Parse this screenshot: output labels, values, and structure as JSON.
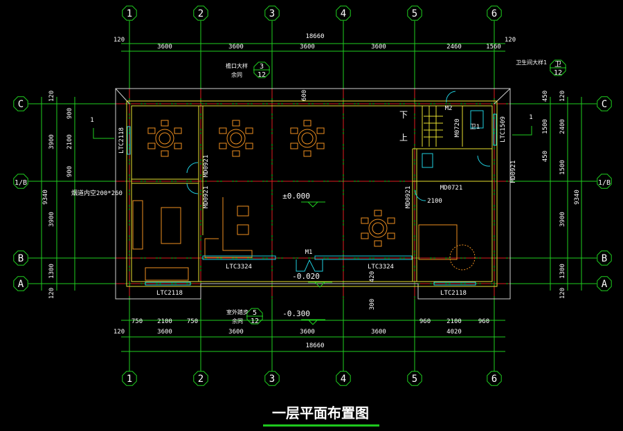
{
  "title": "一层平面布置图",
  "axes_columns": [
    "1",
    "2",
    "3",
    "4",
    "5",
    "6"
  ],
  "axes_rows": [
    "C",
    "1/B",
    "B",
    "A"
  ],
  "top_dims": {
    "total": "18660",
    "edge_left": "120",
    "edge_right": "120",
    "spans": [
      "3600",
      "3600",
      "3600",
      "3600",
      "2460",
      "1560"
    ]
  },
  "bottom_dims": {
    "total": "18660",
    "edge_left": "120",
    "spans": [
      "3600",
      "3600",
      "3600",
      "3600",
      "4020"
    ],
    "sub_left": [
      "750",
      "2100",
      "750"
    ],
    "sub_right": [
      "960",
      "2100",
      "960"
    ]
  },
  "left_dims": {
    "total": "9340",
    "spans": [
      "3900",
      "3900",
      "1300"
    ],
    "edges": [
      "120",
      "120"
    ],
    "sub": [
      "900",
      "2100",
      "900"
    ]
  },
  "right_dims": {
    "total": "9340",
    "spans": [
      "2400",
      "1500",
      "3900",
      "1300"
    ],
    "edges": [
      "120",
      "120"
    ],
    "sub": [
      "450",
      "1500",
      "450"
    ]
  },
  "labels": {
    "window_left_top": "LTC2118",
    "window_left_bottom": "LTC2118",
    "window_right_bottom": "LTC2118",
    "window_front_left": "LTC3324",
    "window_front_right": "LTC3324",
    "window_right": "LTC1509",
    "door_main": "M1",
    "door_m2": "M2",
    "door_m0720": "M0720",
    "door_md0921_a": "MD0921",
    "door_md0921_b": "MD0921",
    "door_md0921_c": "MD0921",
    "door_md0921_d": "MD0921",
    "door_md0721": "MD0721",
    "bath": "卫1",
    "stair_down": "下",
    "stair_up": "上",
    "dim_600": "600",
    "dim_2100": "2100",
    "dim_420": "420",
    "dim_300": "300",
    "flue": "烟道内空200*260",
    "section_mark": "1",
    "elev_0": "±0.000",
    "elev_1": "-0.020",
    "elev_2": "-0.300"
  },
  "callouts": [
    {
      "text": "檐口大样",
      "sub": "余同",
      "num": "3",
      "sheet": "12"
    },
    {
      "text": "室外踏步",
      "sub": "余同",
      "num": "5",
      "sheet": "12"
    },
    {
      "text": "卫生间大样1",
      "num": "卫",
      "sheet": "12"
    }
  ]
}
